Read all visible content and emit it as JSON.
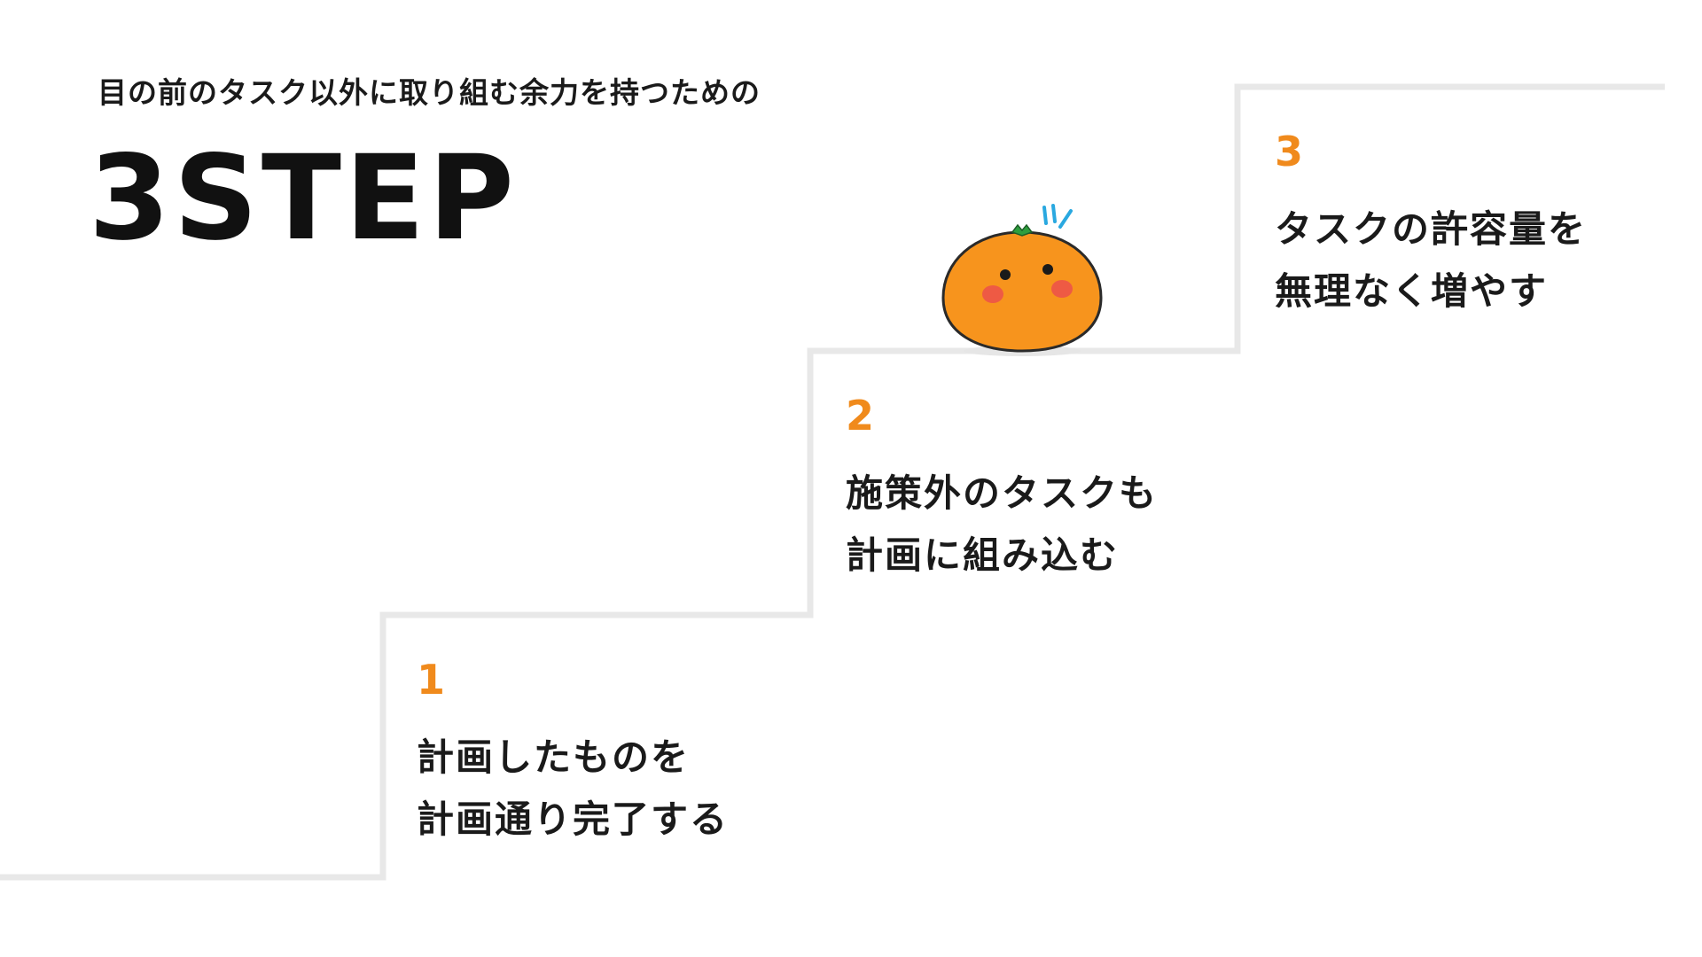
{
  "heading": {
    "subtitle": "目の前のタスク以外に取り組む余力を持つための",
    "title": "3STEP"
  },
  "steps": [
    {
      "number": "1",
      "line1": "計画したものを",
      "line2": "計画通り完了する"
    },
    {
      "number": "2",
      "line1": "施策外のタスクも",
      "line2": "計画に組み込む"
    },
    {
      "number": "3",
      "line1": "タスクの許容量を",
      "line2": "無理なく増やす"
    }
  ],
  "colors": {
    "accent": "#f08a1c",
    "stair_line": "#e8e8e8",
    "text": "#1a1a1a",
    "mascot_body": "#f7941d",
    "mascot_cheek": "#ee5a44",
    "mascot_leaf": "#2e9e3e",
    "mascot_sweat": "#29a8e0"
  },
  "icons": {
    "mascot": "mandarin-orange-mascot-icon"
  }
}
